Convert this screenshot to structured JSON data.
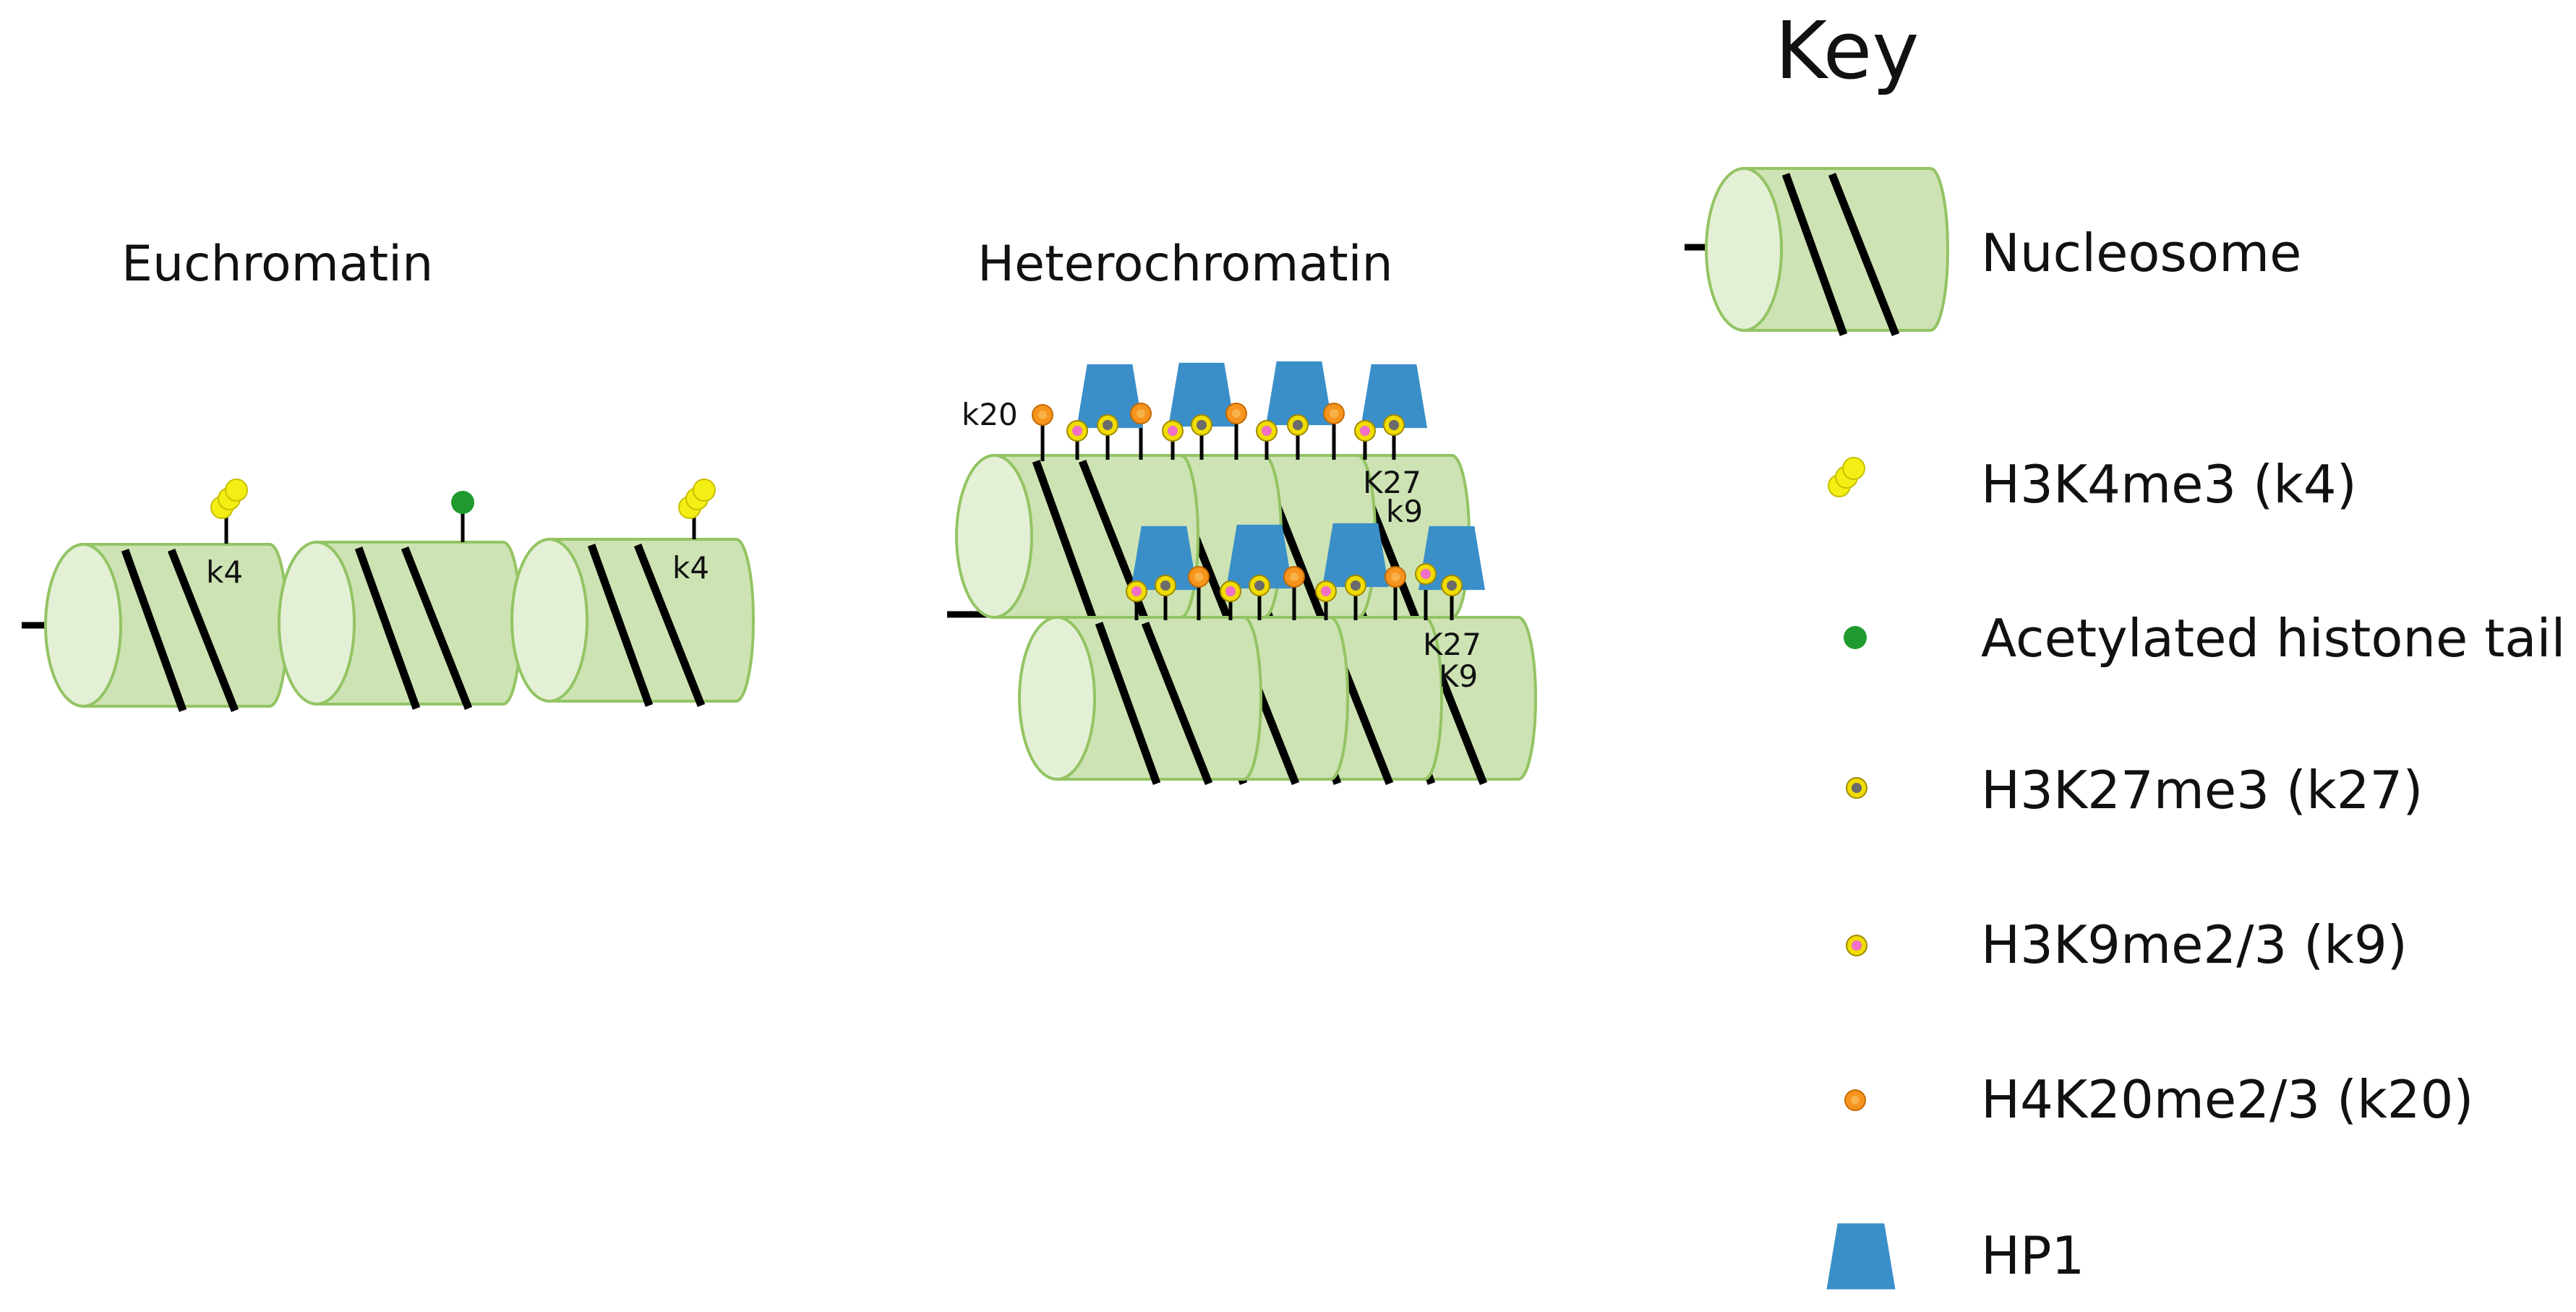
{
  "euchromatin": {
    "title": "Euchromatin",
    "mark_labels": [
      "k4",
      "k4"
    ]
  },
  "heterochromatin": {
    "title": "Heterochromatin",
    "mark_labels": {
      "k20": "k20",
      "top_k27": "K27",
      "top_k9": "k9",
      "bottom_k27": "K27",
      "bottom_k9": "K9"
    }
  },
  "key": {
    "title": "Key",
    "items": [
      {
        "label": "Nucleosome",
        "icon": "nucleosome-icon"
      },
      {
        "label": "H3K4me3 (k4)",
        "icon": "h3k4me3-icon"
      },
      {
        "label": "Acetylated histone tail",
        "icon": "acetyl-icon"
      },
      {
        "label": "H3K27me3 (k27)",
        "icon": "h3k27me3-icon"
      },
      {
        "label": "H3K9me2/3 (k9)",
        "icon": "h3k9me-icon"
      },
      {
        "label": "H4K20me2/3 (k20)",
        "icon": "h4k20me-icon"
      },
      {
        "label": "HP1",
        "icon": "hp1-icon"
      }
    ]
  },
  "colors": {
    "nucleosome_body": "#cde3b4",
    "nucleosome_face": "#e4f0d6",
    "nucleosome_outline": "#93c463",
    "h3k4me3": "#f4ee14",
    "acetyl": "#1f9a2e",
    "h3k27_ring": "#f0dc00",
    "h3k27_core": "#6b6b6b",
    "h3k9_ring": "#f0dc00",
    "h3k9_core": "#f06fc8",
    "h4k20": "#f7941d",
    "hp1": "#3a8fc9"
  }
}
